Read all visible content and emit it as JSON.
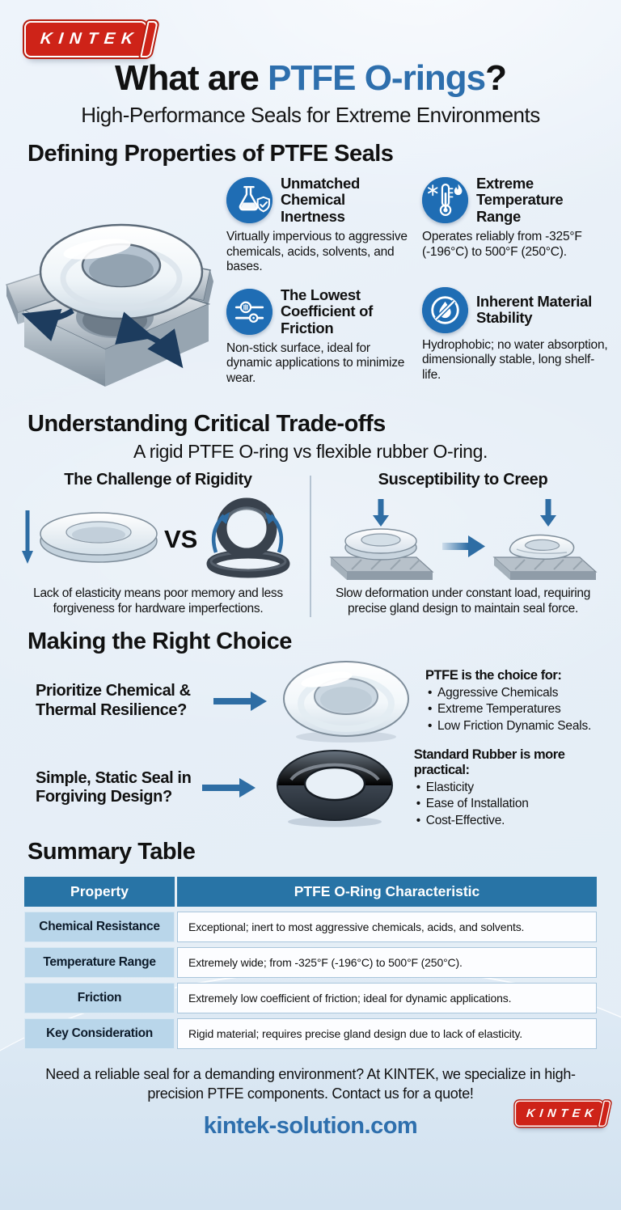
{
  "colors": {
    "accent_blue": "#2e6fad",
    "icon_blue": "#1f6db4",
    "logo_red": "#ce2318",
    "table_header_blue": "#2874a6",
    "table_property_bg": "#b9d6ea",
    "arrow_blue": "#2e6da4",
    "background_light_blue": "#e7eff7"
  },
  "brand": {
    "logo_text": "KINTEK"
  },
  "header": {
    "title_prefix": "What are ",
    "title_highlight": "PTFE O-rings",
    "title_suffix": "?",
    "subtitle": "High-Performance Seals for Extreme Environments"
  },
  "properties": {
    "heading": "Defining Properties of PTFE Seals",
    "illustration": "ptfe-o-ring-in-metal-gland",
    "features": [
      {
        "icon": "flask-shield-icon",
        "title": "Unmatched Chemical Inertness",
        "description": "Virtually impervious to aggressive chemicals, acids, solvents, and bases."
      },
      {
        "icon": "snowflake-thermometer-flame-icon",
        "title": "Extreme Temperature Range",
        "description": "Operates reliably from -325°F (-196°C) to 500°F (250°C)."
      },
      {
        "icon": "friction-sliders-icon",
        "title": "The Lowest Coefficient of Friction",
        "description": "Non-stick surface, ideal for dynamic applications to minimize wear."
      },
      {
        "icon": "no-water-drop-icon",
        "title": "Inherent Material Stability",
        "description": "Hydrophobic; no water absorption, dimensionally stable, long shelf-life."
      }
    ]
  },
  "tradeoffs": {
    "heading": "Understanding Critical Trade-offs",
    "subtitle": "A rigid PTFE O-ring vs flexible rubber O-ring.",
    "rigidity": {
      "title": "The Challenge of Rigidity",
      "vs_label": "VS",
      "caption": "Lack of elasticity means poor memory and less forgiveness for hardware imperfections."
    },
    "creep": {
      "title": "Susceptibility to Creep",
      "caption": "Slow deformation under constant load, requiring precise gland design to maintain seal force."
    }
  },
  "choice": {
    "heading": "Making the Right Choice",
    "options": [
      {
        "question": "Prioritize Chemical & Thermal Resilience?",
        "ring": "white-ptfe-o-ring",
        "answer_title": "PTFE is the choice for:",
        "bullets": [
          "Aggressive Chemicals",
          "Extreme Temperatures",
          "Low Friction Dynamic Seals."
        ]
      },
      {
        "question": "Simple, Static Seal in Forgiving Design?",
        "ring": "black-rubber-o-ring",
        "answer_title": "Standard Rubber is more practical:",
        "bullets": [
          "Elasticity",
          "Ease of Installation",
          "Cost-Effective."
        ]
      }
    ]
  },
  "summary_table": {
    "heading": "Summary Table",
    "columns": [
      "Property",
      "PTFE O-Ring Characteristic"
    ],
    "rows": [
      {
        "property": "Chemical Resistance",
        "characteristic": "Exceptional; inert to most aggressive chemicals, acids, and solvents."
      },
      {
        "property": "Temperature Range",
        "characteristic": "Extremely wide; from -325°F (-196°C) to 500°F (250°C)."
      },
      {
        "property": "Friction",
        "characteristic": "Extremely low coefficient of friction; ideal for dynamic applications."
      },
      {
        "property": "Key Consideration",
        "characteristic": "Rigid material; requires precise gland design due to lack of elasticity."
      }
    ]
  },
  "footer": {
    "cta": "Need a reliable seal for a demanding environment? At KINTEK, we specialize in high-precision PTFE components. Contact us for a quote!",
    "website": "kintek-solution.com"
  }
}
